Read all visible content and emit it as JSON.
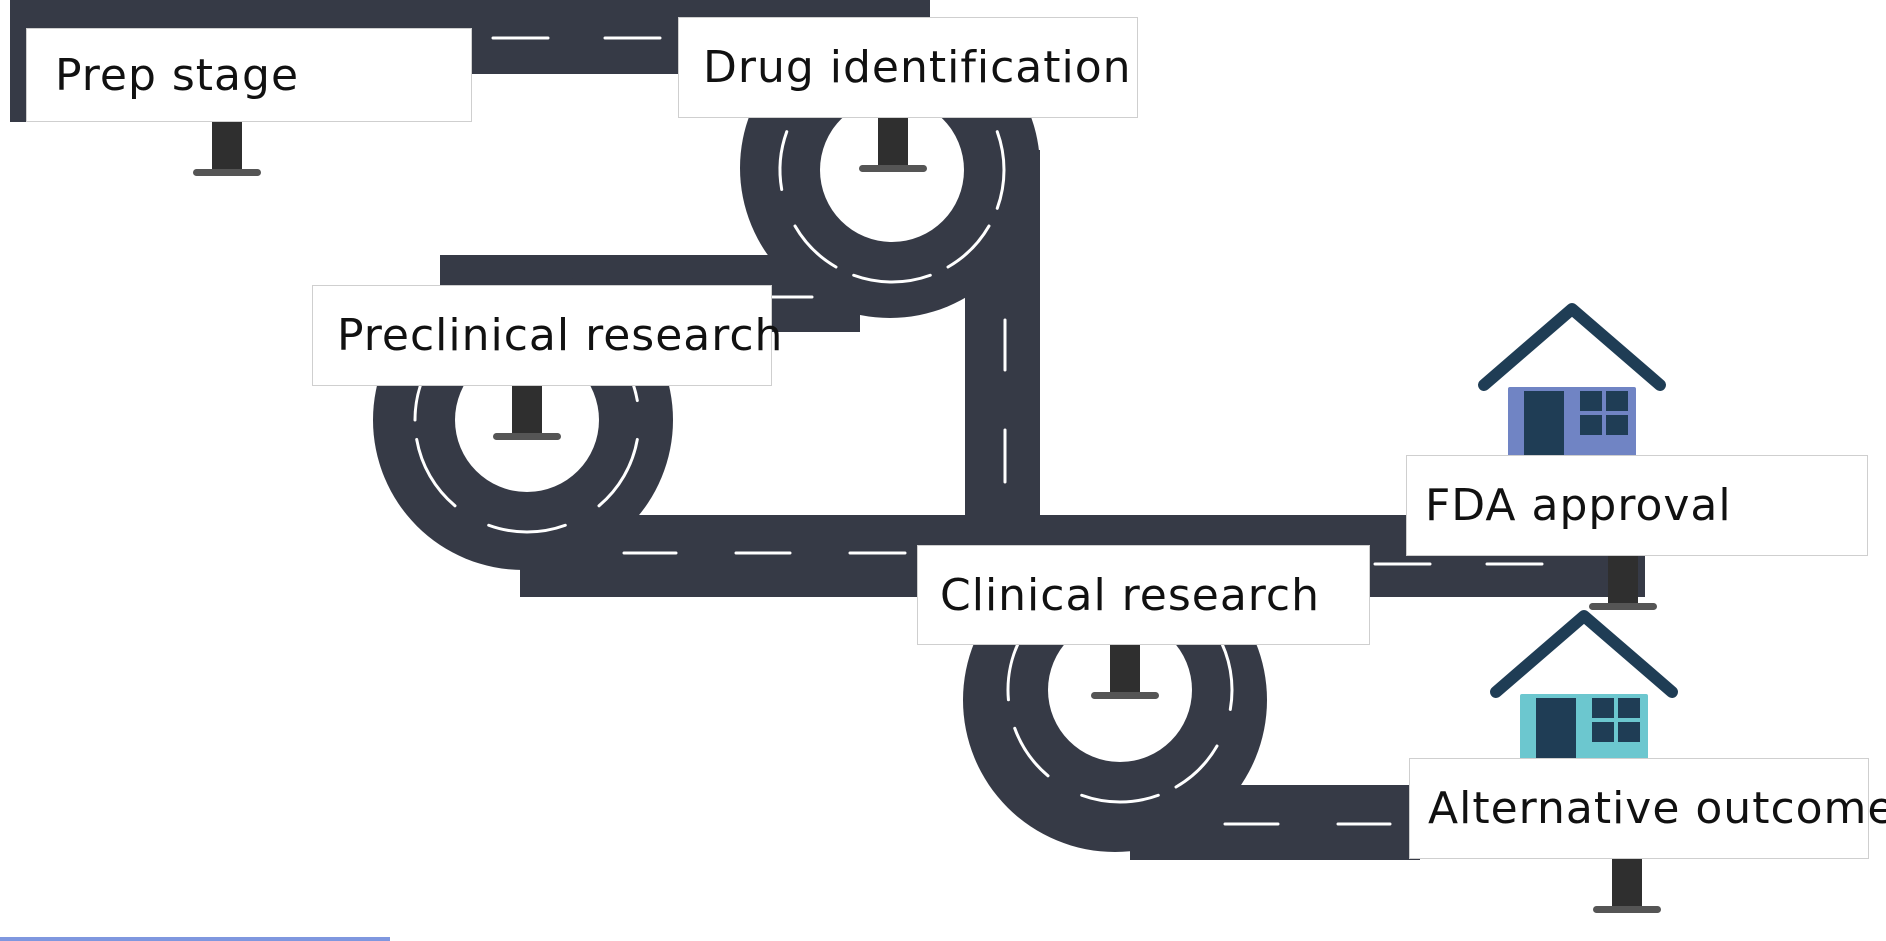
{
  "colors": {
    "road": "#363a46",
    "lane_marking": "#ffffff",
    "post": "#2f2f2f",
    "post_base": "#555555",
    "house_roof": "#1f3d55",
    "house_fda_wall": "#7084c4",
    "house_alt_wall": "#6cc7cf",
    "house_window": "#1f3d55"
  },
  "icons": [
    "house-icon",
    "signpost-icon"
  ],
  "stages": [
    {
      "id": "prep",
      "label": "Prep stage"
    },
    {
      "id": "drug-identification",
      "label": "Drug identification"
    },
    {
      "id": "preclinical",
      "label": "Preclinical research"
    },
    {
      "id": "clinical",
      "label": "Clinical research"
    },
    {
      "id": "fda-approval",
      "label": "FDA approval"
    },
    {
      "id": "alternative-outcome",
      "label": "Alternative outcome"
    }
  ]
}
